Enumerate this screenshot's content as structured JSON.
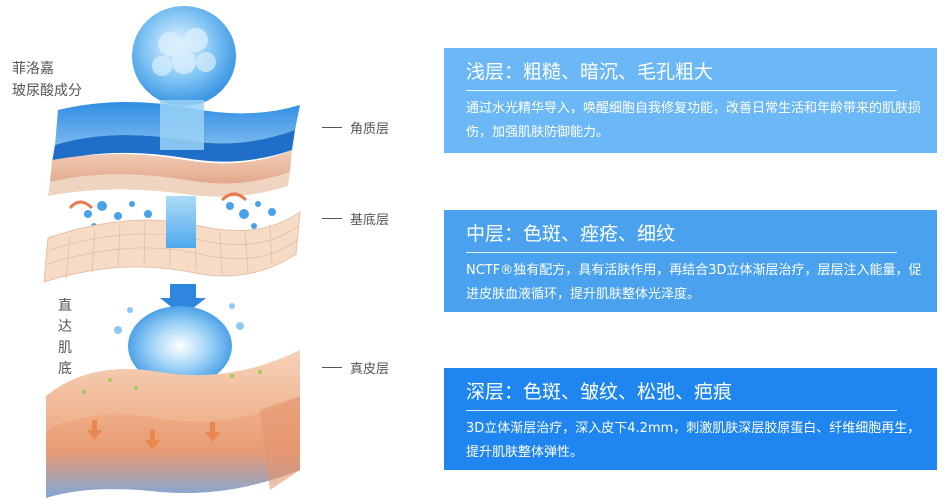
{
  "illustration": {
    "ingredient_label_line1": "菲洛嘉",
    "ingredient_label_line2": "玻尿酸成分",
    "vertical_label": [
      "直",
      "达",
      "肌",
      "底"
    ],
    "layers": {
      "stratum_corneum": "角质层",
      "basal_layer": "基底层",
      "dermis": "真皮层"
    }
  },
  "cards": [
    {
      "title": "浅层：粗糙、暗沉、毛孔粗大",
      "body": "通过水光精华导入，唤醒细胞自我修复功能，改善日常生活和年龄带来的肌肤损伤，加强肌肤防御能力。",
      "color": "#6cb8f7"
    },
    {
      "title": "中层：色斑、痤疮、细纹",
      "body": "NCTF®独有配方，具有活肤作用，再结合3D立体渐层治疗，层层注入能量，促进皮肤血液循环，提升肌肤整体光泽度。",
      "color": "#4aa2ef"
    },
    {
      "title": "深层：色斑、皱纹、松弛、疤痕",
      "body": "3D立体渐层治疗，深入皮下4.2mm，刺激肌肤深层胶原蛋白、纤维细胞再生，提升肌肤整体弹性。",
      "color": "#1f85f0"
    }
  ]
}
